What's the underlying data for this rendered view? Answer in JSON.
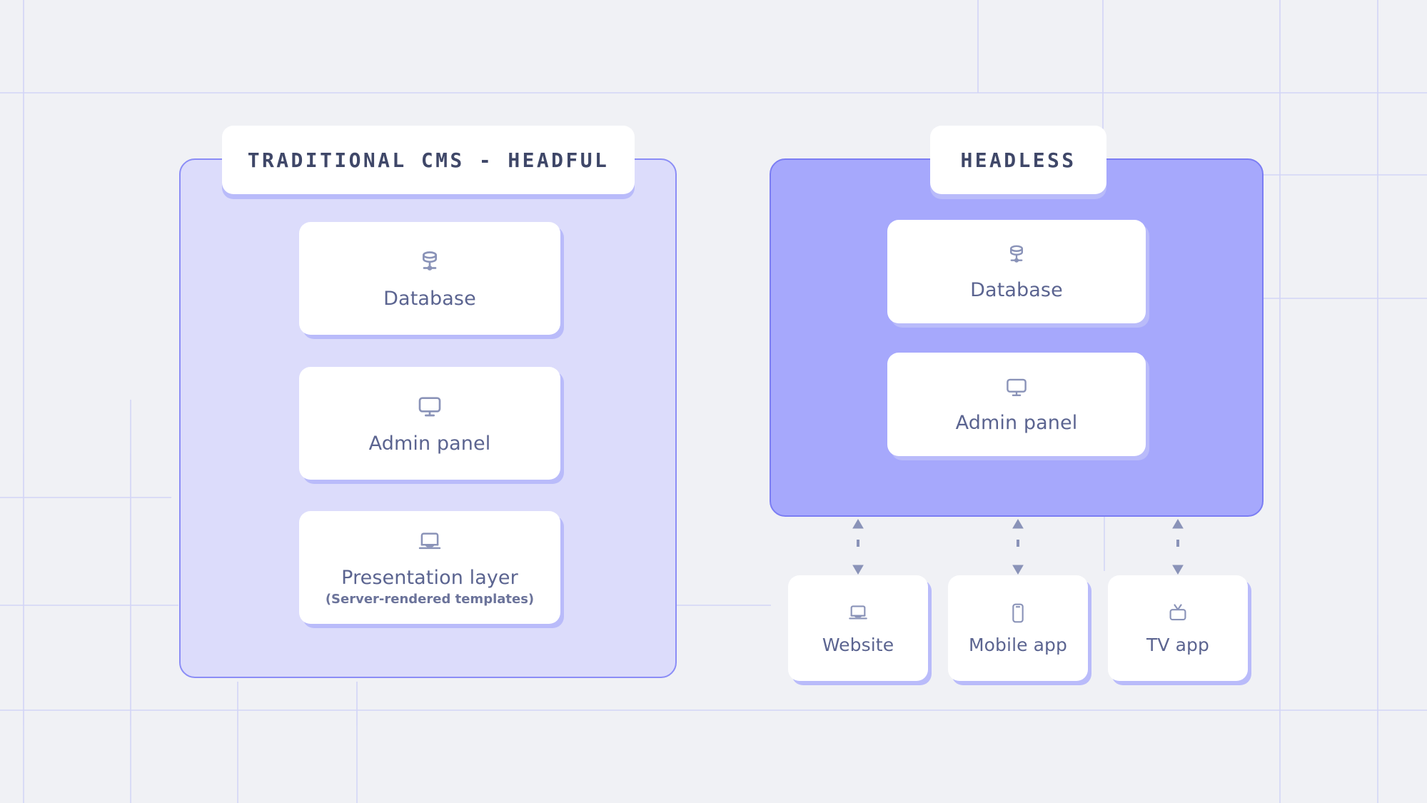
{
  "diagram": {
    "title_left": "TRADITIONAL CMS - HEADFUL",
    "title_right": "HEADLESS",
    "background_color": "#f0f1f5",
    "grid_color": "#c9ccf7",
    "panel_left_fill": "#dcdcfb",
    "panel_left_border": "#8b8df6",
    "panel_right_fill": "#a6a8fc",
    "panel_right_border": "#7b7df3",
    "card_fill": "#ffffff",
    "card_shadow": "#b9bbfa",
    "label_color": "#5b6490",
    "badge_text_color": "#3f4768",
    "icon_color": "#8a93b8",
    "arrow_color": "#8a93b8"
  },
  "headful": {
    "title": "TRADITIONAL CMS - HEADFUL",
    "cards": [
      {
        "label": "Database",
        "icon": "database-icon",
        "sublabel": ""
      },
      {
        "label": "Admin panel",
        "icon": "monitor-icon",
        "sublabel": ""
      },
      {
        "label": "Presentation layer",
        "icon": "laptop-icon",
        "sublabel": "(Server-rendered templates)"
      }
    ]
  },
  "headless": {
    "title": "HEADLESS",
    "cards": [
      {
        "label": "Database",
        "icon": "database-icon"
      },
      {
        "label": "Admin panel",
        "icon": "monitor-icon"
      }
    ],
    "channels": [
      {
        "label": "Website",
        "icon": "laptop-icon"
      },
      {
        "label": "Mobile app",
        "icon": "phone-icon"
      },
      {
        "label": "TV app",
        "icon": "tv-icon"
      }
    ],
    "connector_style": "dashed-bidirectional"
  }
}
